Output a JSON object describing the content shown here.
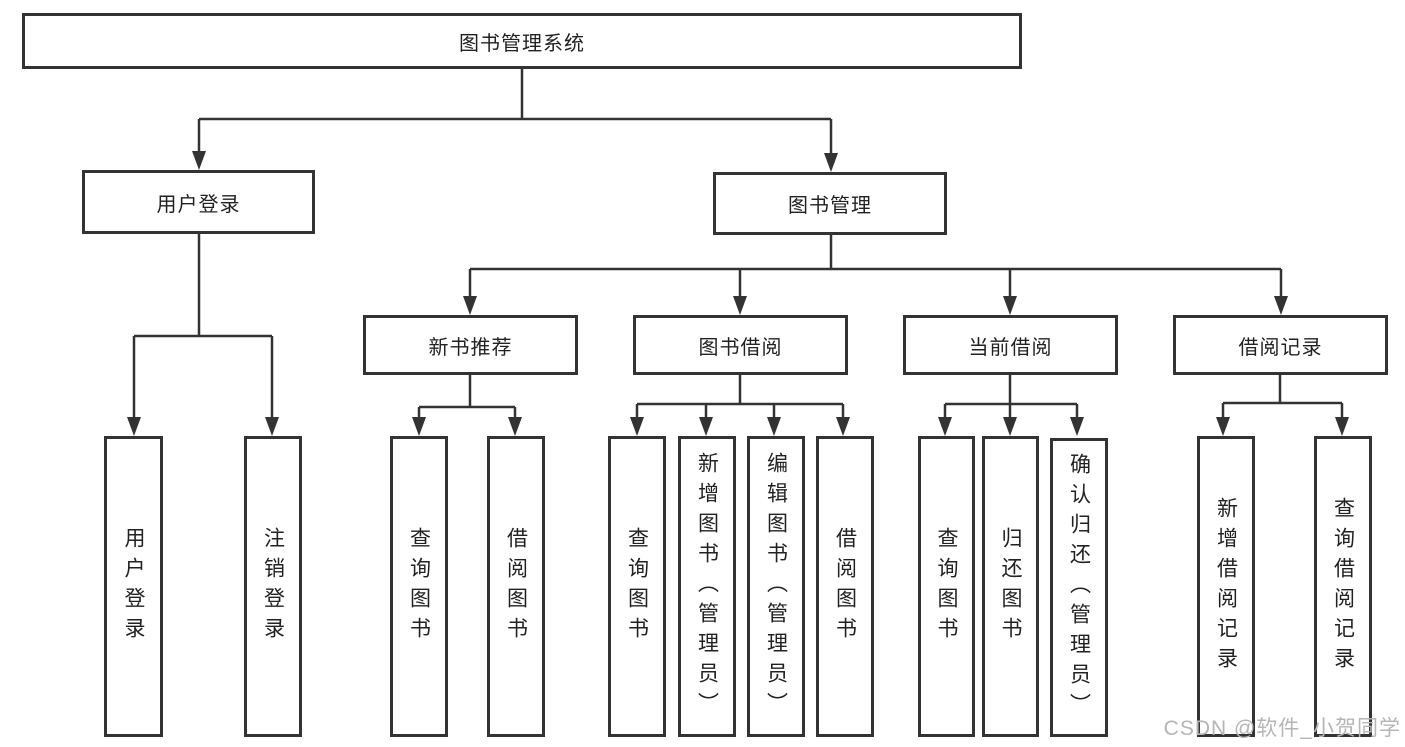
{
  "diagram": {
    "root": {
      "label": "图书管理系统"
    },
    "level2": [
      {
        "label": "用户登录"
      },
      {
        "label": "图书管理"
      }
    ],
    "level3": [
      {
        "label": "新书推荐"
      },
      {
        "label": "图书借阅"
      },
      {
        "label": "当前借阅"
      },
      {
        "label": "借阅记录"
      }
    ],
    "leaves": [
      {
        "label": "用户登录",
        "parent": "用户登录"
      },
      {
        "label": "注销登录",
        "parent": "用户登录"
      },
      {
        "label": "查询图书",
        "parent": "新书推荐"
      },
      {
        "label": "借阅图书",
        "parent": "新书推荐"
      },
      {
        "label": "查询图书",
        "parent": "图书借阅"
      },
      {
        "label": "新增图书（管理员）",
        "parent": "图书借阅"
      },
      {
        "label": "编辑图书（管理员）",
        "parent": "图书借阅"
      },
      {
        "label": "借阅图书",
        "parent": "图书借阅"
      },
      {
        "label": "查询图书",
        "parent": "当前借阅"
      },
      {
        "label": "归还图书",
        "parent": "当前借阅"
      },
      {
        "label": "确认归还（管理员）",
        "parent": "当前借阅"
      },
      {
        "label": "新增借阅记录",
        "parent": "借阅记录"
      },
      {
        "label": "查询借阅记录",
        "parent": "借阅记录"
      }
    ]
  },
  "watermark": {
    "text": "CSDN @软件_小贺同学"
  },
  "colors": {
    "line": "#333333",
    "text": "#222222",
    "watermark": "#b5b5b5",
    "background": "#ffffff"
  }
}
